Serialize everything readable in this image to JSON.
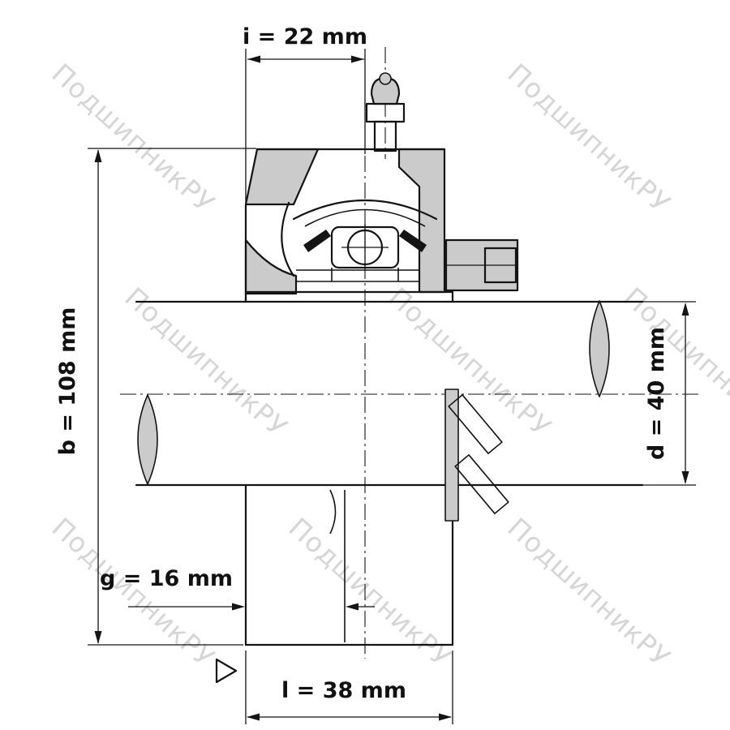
{
  "page": {
    "background": "#ffffff"
  },
  "watermark": {
    "text": "ПодшипникРУ",
    "color": "#d6d6d6"
  },
  "drawing": {
    "colors": {
      "line": "#141414",
      "section_fill": "#cbcbcb"
    }
  },
  "dimensions": {
    "i": {
      "label": "i = 22 mm"
    },
    "b": {
      "label": "b = 108 mm"
    },
    "d": {
      "label": "d = 40 mm"
    },
    "g": {
      "label": "g = 16 mm"
    },
    "l": {
      "label": "l = 38 mm"
    }
  }
}
